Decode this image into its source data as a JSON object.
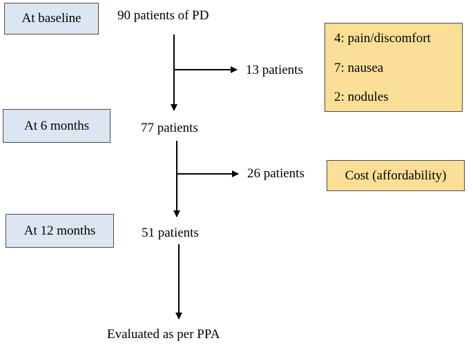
{
  "stages": {
    "baseline": "At baseline",
    "six_months": "At 6 months",
    "twelve_months": "At 12 months"
  },
  "counts": {
    "start": "90 patients of PD",
    "six_months": "77 patients",
    "twelve_months": "51 patients",
    "final": "Evaluated as per PPA"
  },
  "dropouts": {
    "first": "13 patients",
    "second": "26 patients"
  },
  "reasons": {
    "first": [
      "4: pain/discomfort",
      "7: nausea",
      "2: nodules"
    ],
    "second": "Cost (affordability)"
  },
  "colors": {
    "stage_fill": "#dce6f2",
    "reason_fill": "#fbdf97"
  }
}
